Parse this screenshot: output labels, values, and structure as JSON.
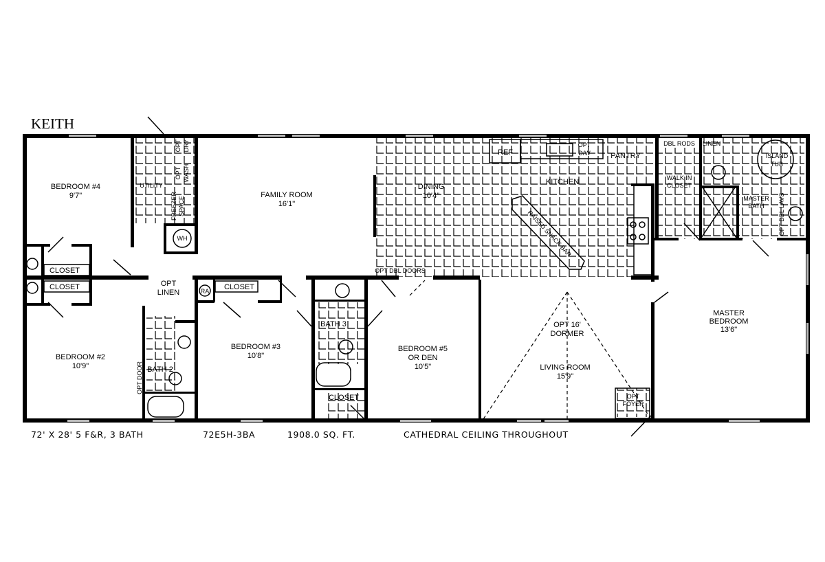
{
  "plan_name": "KEITH",
  "rooms": {
    "bedroom4": {
      "name": "BEDROOM #4",
      "size": "9'7\""
    },
    "utility": "UTILITY",
    "opt_dry": [
      "OPT",
      "DRY"
    ],
    "opt_wash": [
      "OPT",
      "WASH"
    ],
    "freezer_space": [
      "FREEZER",
      "SPACE"
    ],
    "water_heater": "WH",
    "family_room": {
      "name": "FAMILY ROOM",
      "size": "16'1\""
    },
    "dining": {
      "name": "DINING",
      "size": "10'4\""
    },
    "kitchen": "KITCHEN",
    "ref": "REF",
    "opt_dw": [
      "OPT",
      "D/W"
    ],
    "pantry": "PANTRY",
    "snack_bar": "RAISED SNACK BAR",
    "opt_dbl_doors": "OPT DBL DOORS",
    "dbl_rods": "DBL RODS",
    "linen": "LINEN",
    "walk_in_closet": [
      "WALK IN",
      "CLOSET"
    ],
    "island_tub": [
      "ISLAND",
      "TUB"
    ],
    "master_bath": [
      "MASTER",
      "BATH"
    ],
    "opt_dbl_lavs": "OPT DBL LAVS",
    "master_bedroom": {
      "name": "MASTER",
      "name2": "BEDROOM",
      "size": "13'6\""
    },
    "closet": "CLOSET",
    "opt_linen": [
      "OPT",
      "LINEN"
    ],
    "ra": "RA",
    "bedroom2": {
      "name": "BEDROOM #2",
      "size": "10'9\""
    },
    "bath2": "BATH 2",
    "opt_door": "OPT DOOR",
    "bedroom3": {
      "name": "BEDROOM #3",
      "size": "10'8\""
    },
    "bath3": "BATH 3",
    "bedroom5": {
      "name": "BEDROOM #5",
      "name2": "OR DEN",
      "size": "10'5\""
    },
    "dormer": [
      "OPT 16'",
      "DORMER"
    ],
    "living_room": {
      "name": "LIVING ROOM",
      "size": "15'9\""
    },
    "opt_foyer": [
      "OPT",
      "FOYER"
    ]
  },
  "footer": {
    "dimensions": "72' X 28' 5 F&R, 3 BATH",
    "model": "72E5H-3BA",
    "area": "1908.0 SQ. FT.",
    "ceiling": "CATHEDRAL CEILING THROUGHOUT"
  }
}
